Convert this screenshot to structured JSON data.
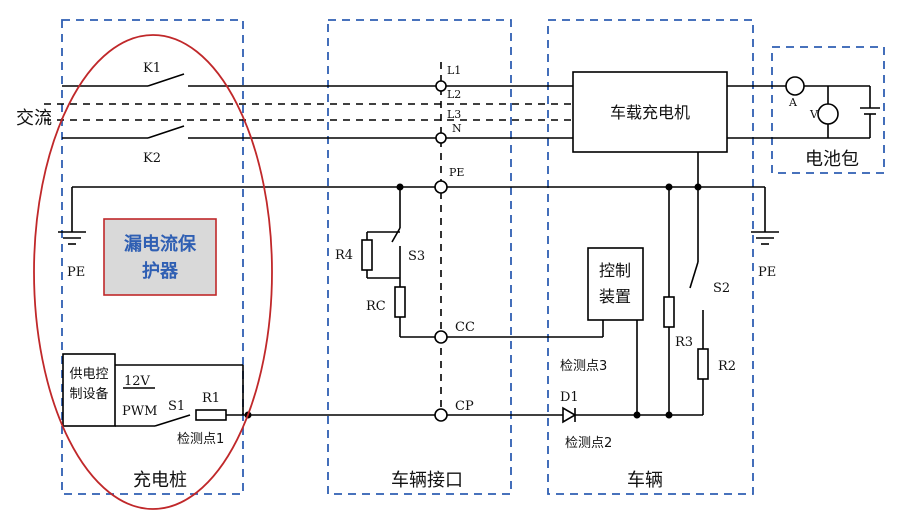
{
  "regions": {
    "pile": "充电桩",
    "interface": "车辆接口",
    "vehicle": "车辆",
    "battery": "电池包"
  },
  "ac_label": "交流",
  "switches": {
    "k1": "K1",
    "k2": "K2",
    "s1": "S1",
    "s2": "S2",
    "s3": "S3"
  },
  "resistors": {
    "r1": "R1",
    "r2": "R2",
    "r3": "R3",
    "r4": "R4",
    "rc": "RC"
  },
  "diode": "D1",
  "terminals": {
    "l1": "L1",
    "l2": "L2",
    "l3": "L3",
    "n": "N",
    "pe": "PE",
    "cc": "CC",
    "cp": "CP"
  },
  "ground_labels": {
    "left": "PE",
    "right": "PE"
  },
  "blocks": {
    "rcd_line1": "漏电流保",
    "rcd_line2": "护器",
    "supply_ctrl_line1": "供电控",
    "supply_ctrl_line2": "制设备",
    "v12": "12V",
    "pwm": "PWM",
    "charger": "车载充电机",
    "controller_line1": "控制",
    "controller_line2": "装置"
  },
  "checkpoints": {
    "p1": "检测点1",
    "p2": "检测点2",
    "p3": "检测点3"
  },
  "meters": {
    "ammeter": "A",
    "voltmeter": "V"
  },
  "colors": {
    "region_border": "#2f5fb3",
    "highlight_ellipse": "#c0282a",
    "rcd_fill": "#d9d9d9",
    "rcd_border": "#c0282a",
    "rcd_text": "#2f5fb3"
  }
}
